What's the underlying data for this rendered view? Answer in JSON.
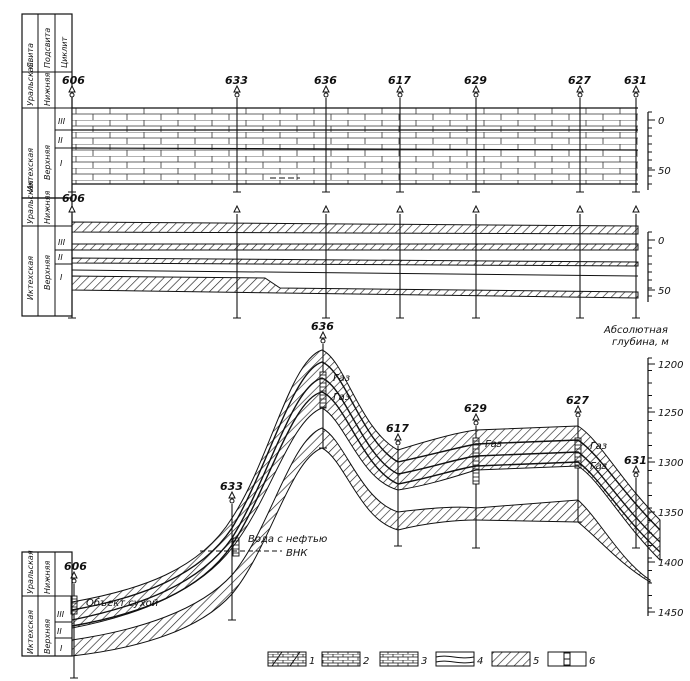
{
  "wells": [
    "606",
    "633",
    "636",
    "617",
    "629",
    "627",
    "631"
  ],
  "strat_column": {
    "headers": [
      "Свита",
      "Подсвита",
      "Циклит"
    ],
    "suites": [
      "Уральская",
      "Иктехская"
    ],
    "subsuites": [
      "Нижняя",
      "Верхняя"
    ],
    "cycles": [
      "III",
      "II",
      "I"
    ]
  },
  "depth_top": [
    "0",
    "50"
  ],
  "depth_bottom": {
    "title_line1": "Абсолютная",
    "title_line2": "глубина, м",
    "ticks": [
      "1200",
      "1250",
      "1300",
      "1350",
      "1400",
      "1450"
    ]
  },
  "annotations": {
    "gas": "Газ",
    "water_oil": "Вода с нефтью",
    "owc": "ВНК",
    "dry": "Объект сухой"
  },
  "legend": [
    "1",
    "2",
    "3",
    "4",
    "5",
    "6"
  ]
}
